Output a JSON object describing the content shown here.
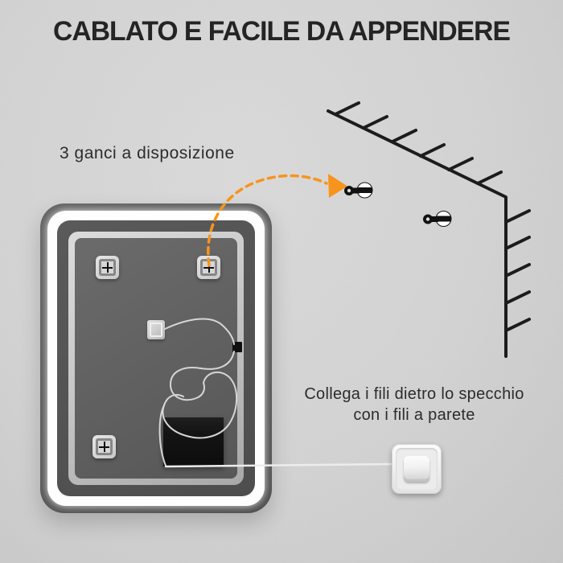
{
  "title": "CABLATO E FACILE DA APPENDERE",
  "annotations": {
    "hooks_label": "3 ganci a disposizione",
    "wiring_label_line1": "Collega i fili dietro lo specchio",
    "wiring_label_line2": "con i fili a parete"
  },
  "illustration": {
    "subject": "back of LED bathroom mirror with wiring",
    "hook_count": 3,
    "screw_count": 2,
    "elements": [
      "mirror-back-illustration",
      "mounting-hook-plate x3",
      "junction-box",
      "driver-box",
      "power-connector",
      "wires",
      "orange-dashed-arrow",
      "wall-screw-icon x2",
      "wall-corner-hatch-lines",
      "light-switch"
    ]
  },
  "colors": {
    "wall": "#d2d2d2",
    "ink": "#242424",
    "text": "#2c2c2c",
    "orange": "#f7941d",
    "line": "#1c1c1c",
    "frame": "#585858",
    "led": "#fefefe",
    "frame2": "#4d4d4d",
    "trim": "#c7c7c7",
    "panel": "#606060",
    "box": "#141414",
    "wire": "#d6d6d6",
    "wire_bright": "#ededed",
    "plate": "#f2f2f2"
  }
}
